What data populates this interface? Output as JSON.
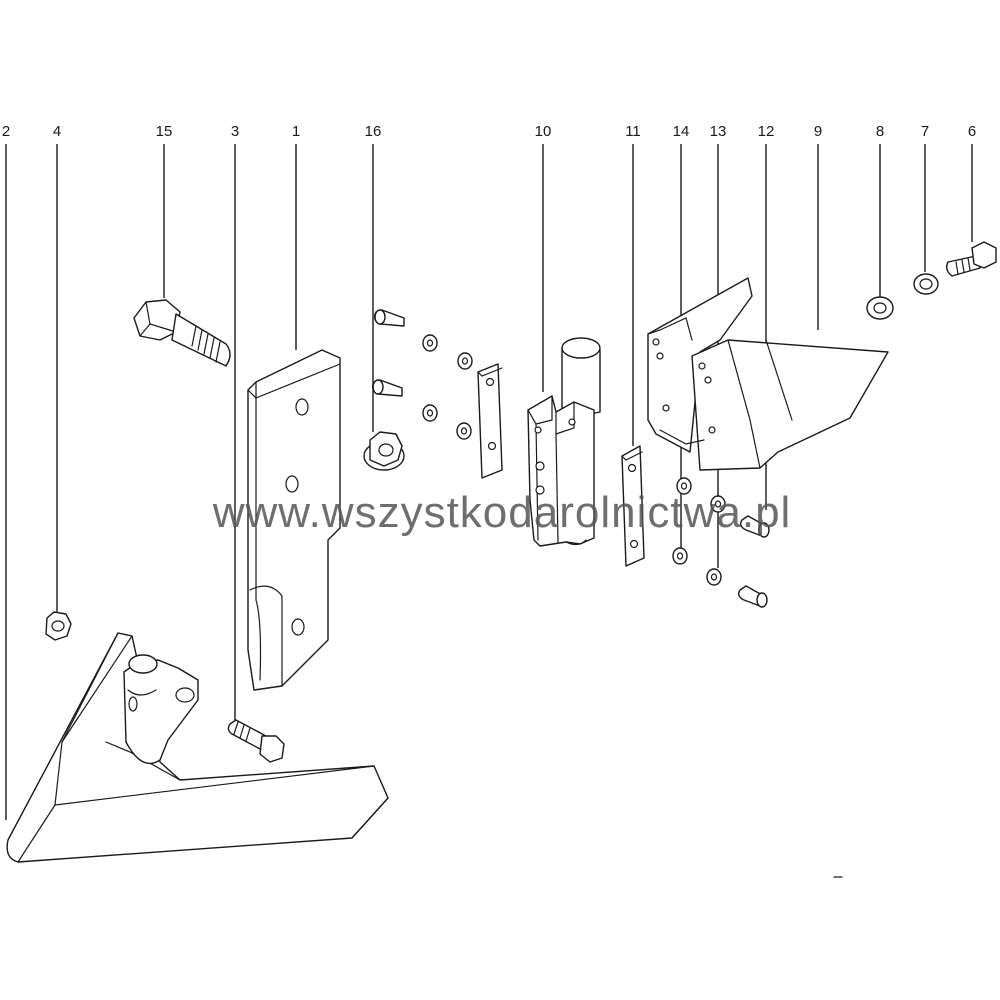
{
  "watermark": "www.wszystkodarolnictwa.pl",
  "callouts": [
    "2",
    "4",
    "15",
    "3",
    "1",
    "16",
    "10",
    "11",
    "14",
    "13",
    "12",
    "9",
    "8",
    "7",
    "6"
  ],
  "colors": {
    "line": "#1a1a1a",
    "watermark": "#555555",
    "background": "#ffffff"
  }
}
